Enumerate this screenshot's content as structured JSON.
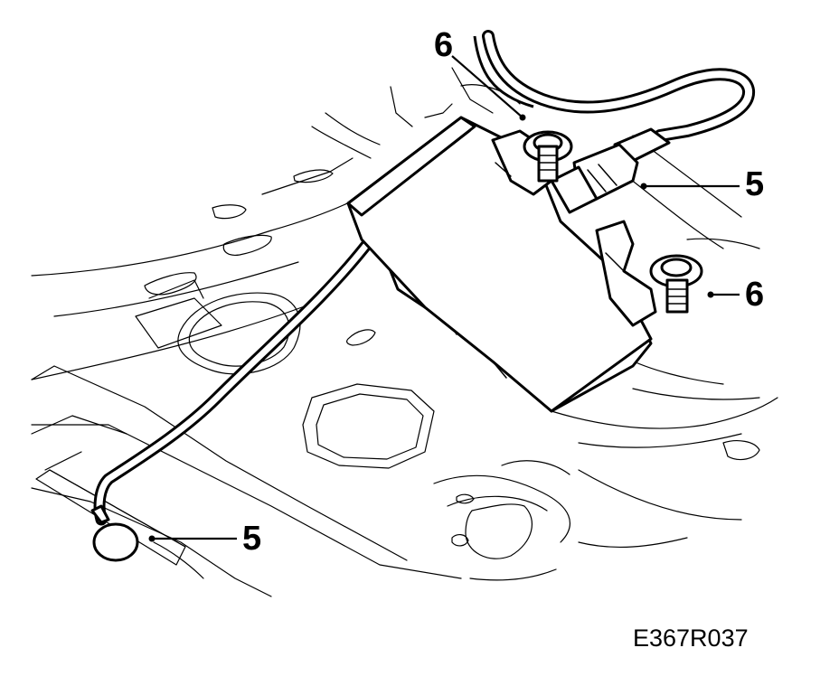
{
  "callouts": {
    "pipe_end_right": "5",
    "pipe_end_left": "5",
    "screw_top": "6",
    "screw_right": "6"
  },
  "figure_code": "E367R037",
  "colors": {
    "line": "#000000",
    "background": "#ffffff"
  }
}
